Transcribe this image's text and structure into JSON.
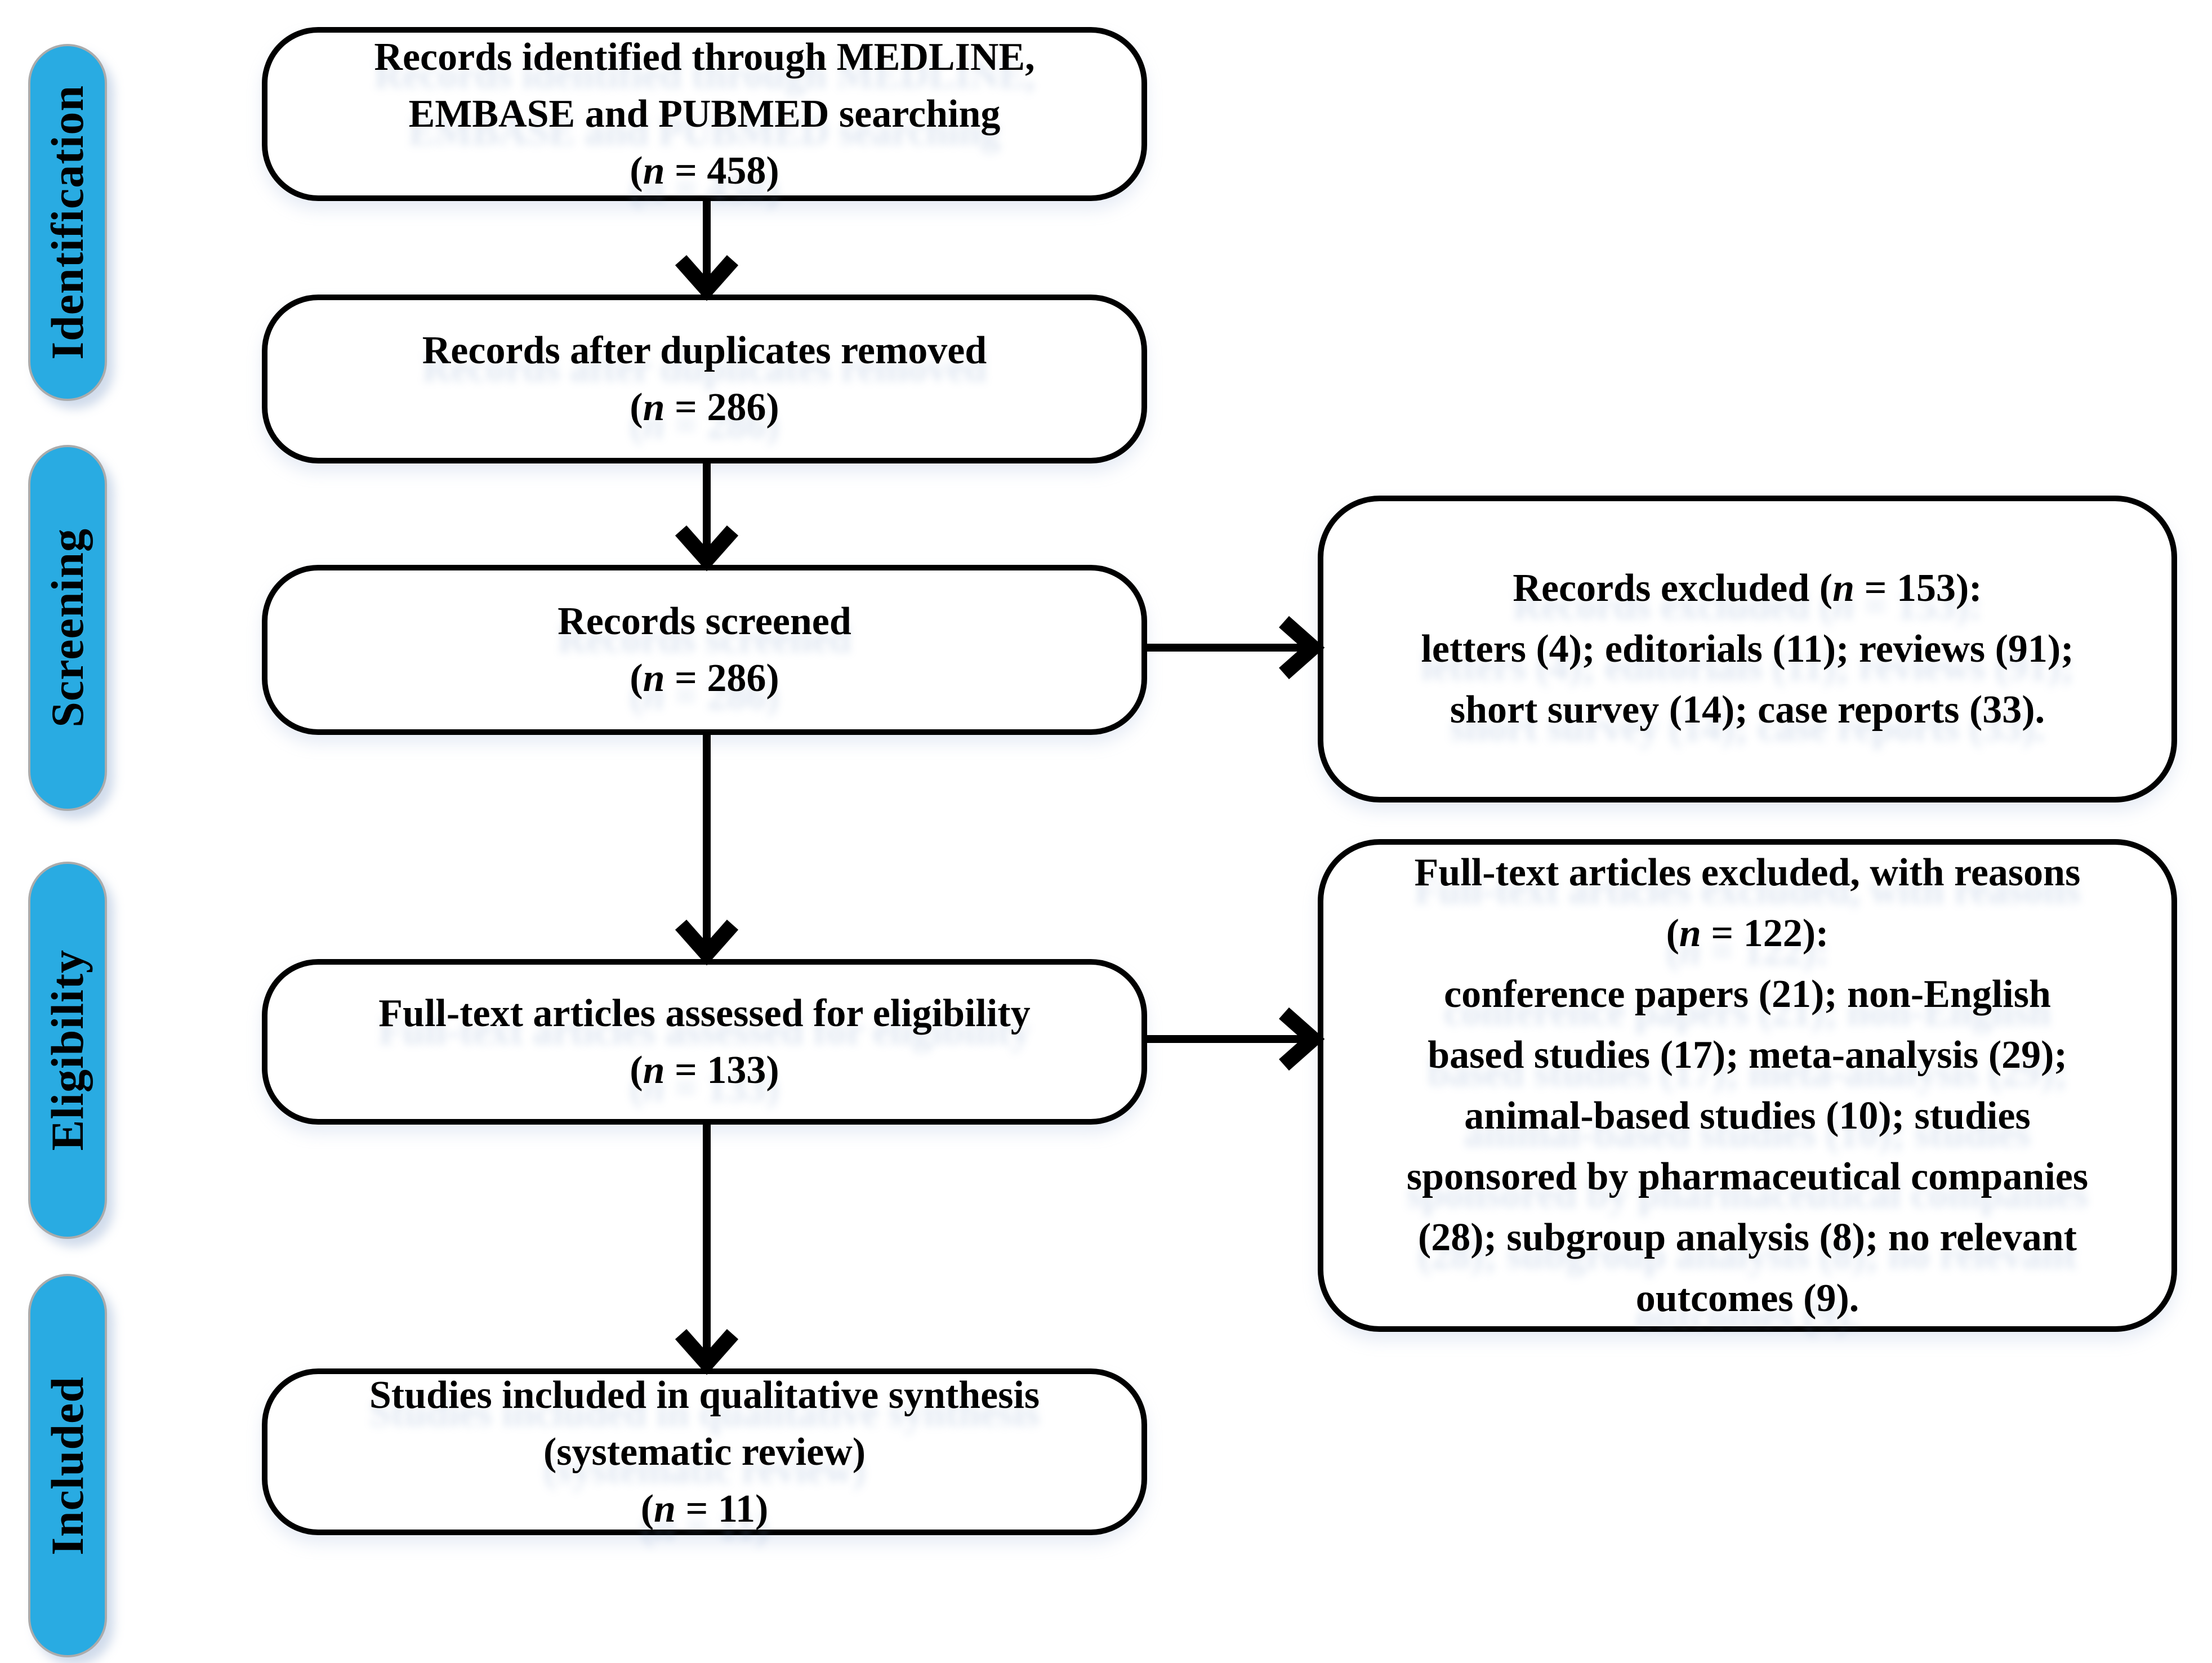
{
  "diagram": {
    "stages": [
      {
        "label": "Identification"
      },
      {
        "label": "Screening"
      },
      {
        "label": "Eligibility"
      },
      {
        "label": "Included"
      }
    ],
    "flow_boxes": [
      {
        "id": "records-identified",
        "lines": [
          "Records identified through MEDLINE,",
          "EMBASE and PUBMED searching",
          "(n = 458)"
        ]
      },
      {
        "id": "duplicates-removed",
        "lines": [
          "Records after duplicates removed",
          "(n = 286)"
        ]
      },
      {
        "id": "records-screened",
        "lines": [
          "Records screened",
          "(n = 286)"
        ]
      },
      {
        "id": "fulltext-assessed",
        "lines": [
          "Full-text articles assessed for eligibility",
          "(n = 133)"
        ]
      },
      {
        "id": "studies-included",
        "lines": [
          "Studies included in qualitative synthesis",
          "(systematic review)",
          "(n = 11)"
        ]
      }
    ],
    "exclusion_boxes": [
      {
        "id": "records-excluded",
        "lines": [
          "Records excluded (n = 153):",
          "letters (4); editorials (11); reviews (91);",
          "short survey (14); case reports (33)."
        ]
      },
      {
        "id": "fulltext-excluded",
        "lines": [
          "Full-text articles excluded, with reasons",
          "(n = 122):",
          "conference papers (21); non-English",
          "based studies (17); meta-analysis (29);",
          "animal-based studies (10); studies",
          "sponsored by pharmaceutical companies",
          "(28); subgroup analysis (8); no relevant",
          "outcomes (9)."
        ]
      }
    ],
    "colors": {
      "stage_fill": "#29ABE2",
      "line": "#000000",
      "background": "#ffffff"
    }
  }
}
